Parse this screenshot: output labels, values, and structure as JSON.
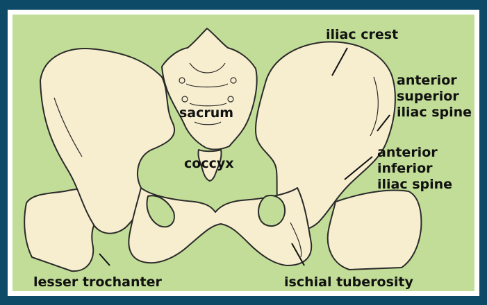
{
  "labels": {
    "iliac_crest": "iliac crest",
    "asis_line1": "anterior",
    "asis_line2": "superior",
    "asis_line3": "iliac spine",
    "sacrum": "sacrum",
    "coccyx": "coccyx",
    "aiis_line1": "anterior",
    "aiis_line2": "inferior",
    "aiis_line3": "iliac spine",
    "lesser_trochanter": "lesser trochanter",
    "ischial_tuberosity": "ischial tuberosity"
  },
  "colors": {
    "background": "#c2dd97",
    "frame": "#0d4a68",
    "bone": "#f7edcf",
    "outline": "#2a2a2a"
  }
}
